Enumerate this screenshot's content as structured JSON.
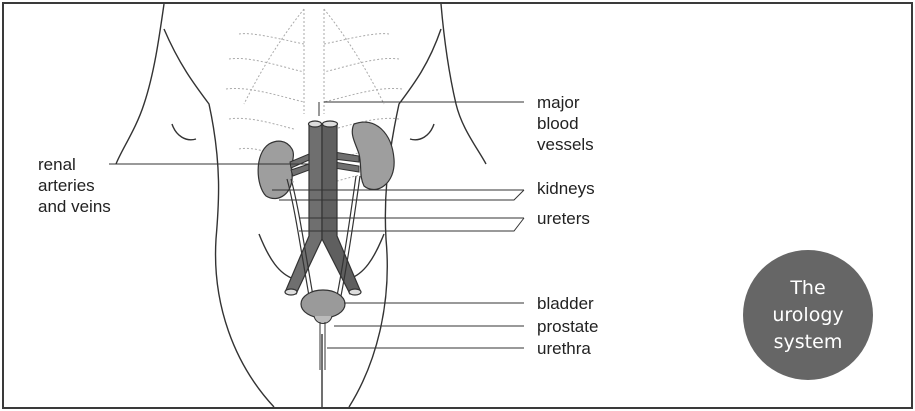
{
  "labels": {
    "renal": "renal\narteries\nand veins",
    "major_vessels": "major\nblood\nvessels",
    "kidneys": "kidneys",
    "ureters": "ureters",
    "bladder": "bladder",
    "prostate": "prostate",
    "urethra": "urethra"
  },
  "badge": {
    "text": "The\nurology\nsystem"
  },
  "colors": {
    "outline": "#333333",
    "kidney": "#9e9e9e",
    "vessel": "#6f6f6f",
    "bladder": "#9a9a9a",
    "badge": "#666666",
    "ribs": "#aaaaaa"
  }
}
